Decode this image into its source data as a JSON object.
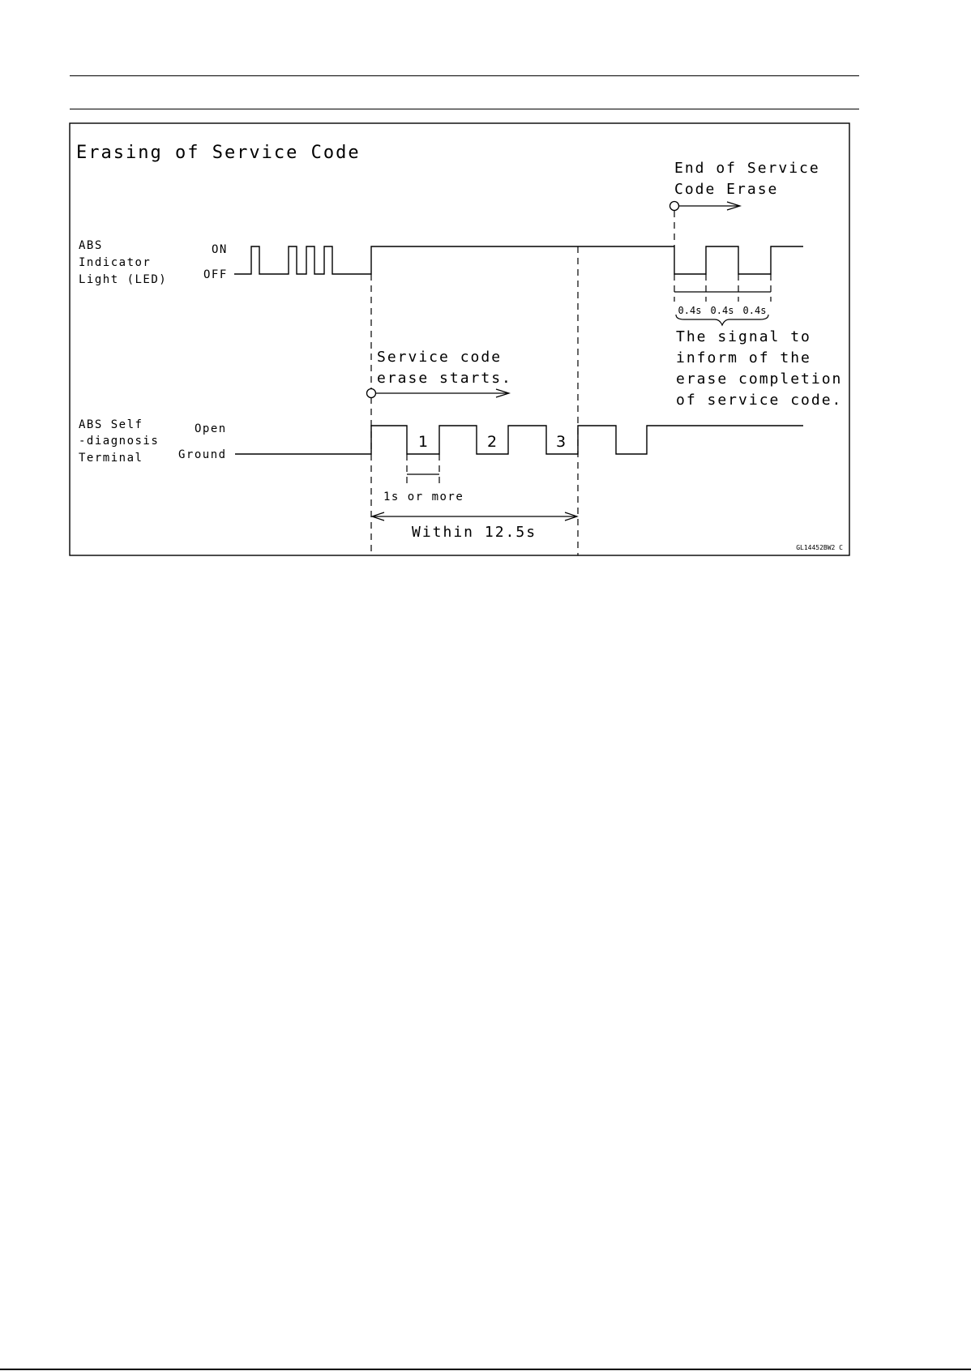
{
  "diagram": {
    "title": "Erasing of Service Code",
    "abs_indicator": {
      "label_lines": [
        "ABS",
        "Indicator",
        "Light (LED)"
      ],
      "level_high": "ON",
      "level_low": "OFF"
    },
    "self_diagnosis": {
      "label_lines": [
        "ABS Self",
        "-diagnosis",
        "Terminal"
      ],
      "level_high": "Open",
      "level_low": "Ground"
    },
    "erase_start_lines": [
      "Service code",
      "erase starts."
    ],
    "erase_end_lines": [
      "End of Service",
      "Code Erase"
    ],
    "pulse_numbers": [
      "1",
      "2",
      "3"
    ],
    "min_ground_time": "1s or more",
    "total_window": "Within 12.5s",
    "blink_intervals": [
      "0.4s",
      "0.4s",
      "0.4s"
    ],
    "completion_signal_lines": [
      "The signal to",
      "inform of the",
      "erase completion",
      "of service code."
    ],
    "figure_code": "GL14452BW2 C"
  }
}
